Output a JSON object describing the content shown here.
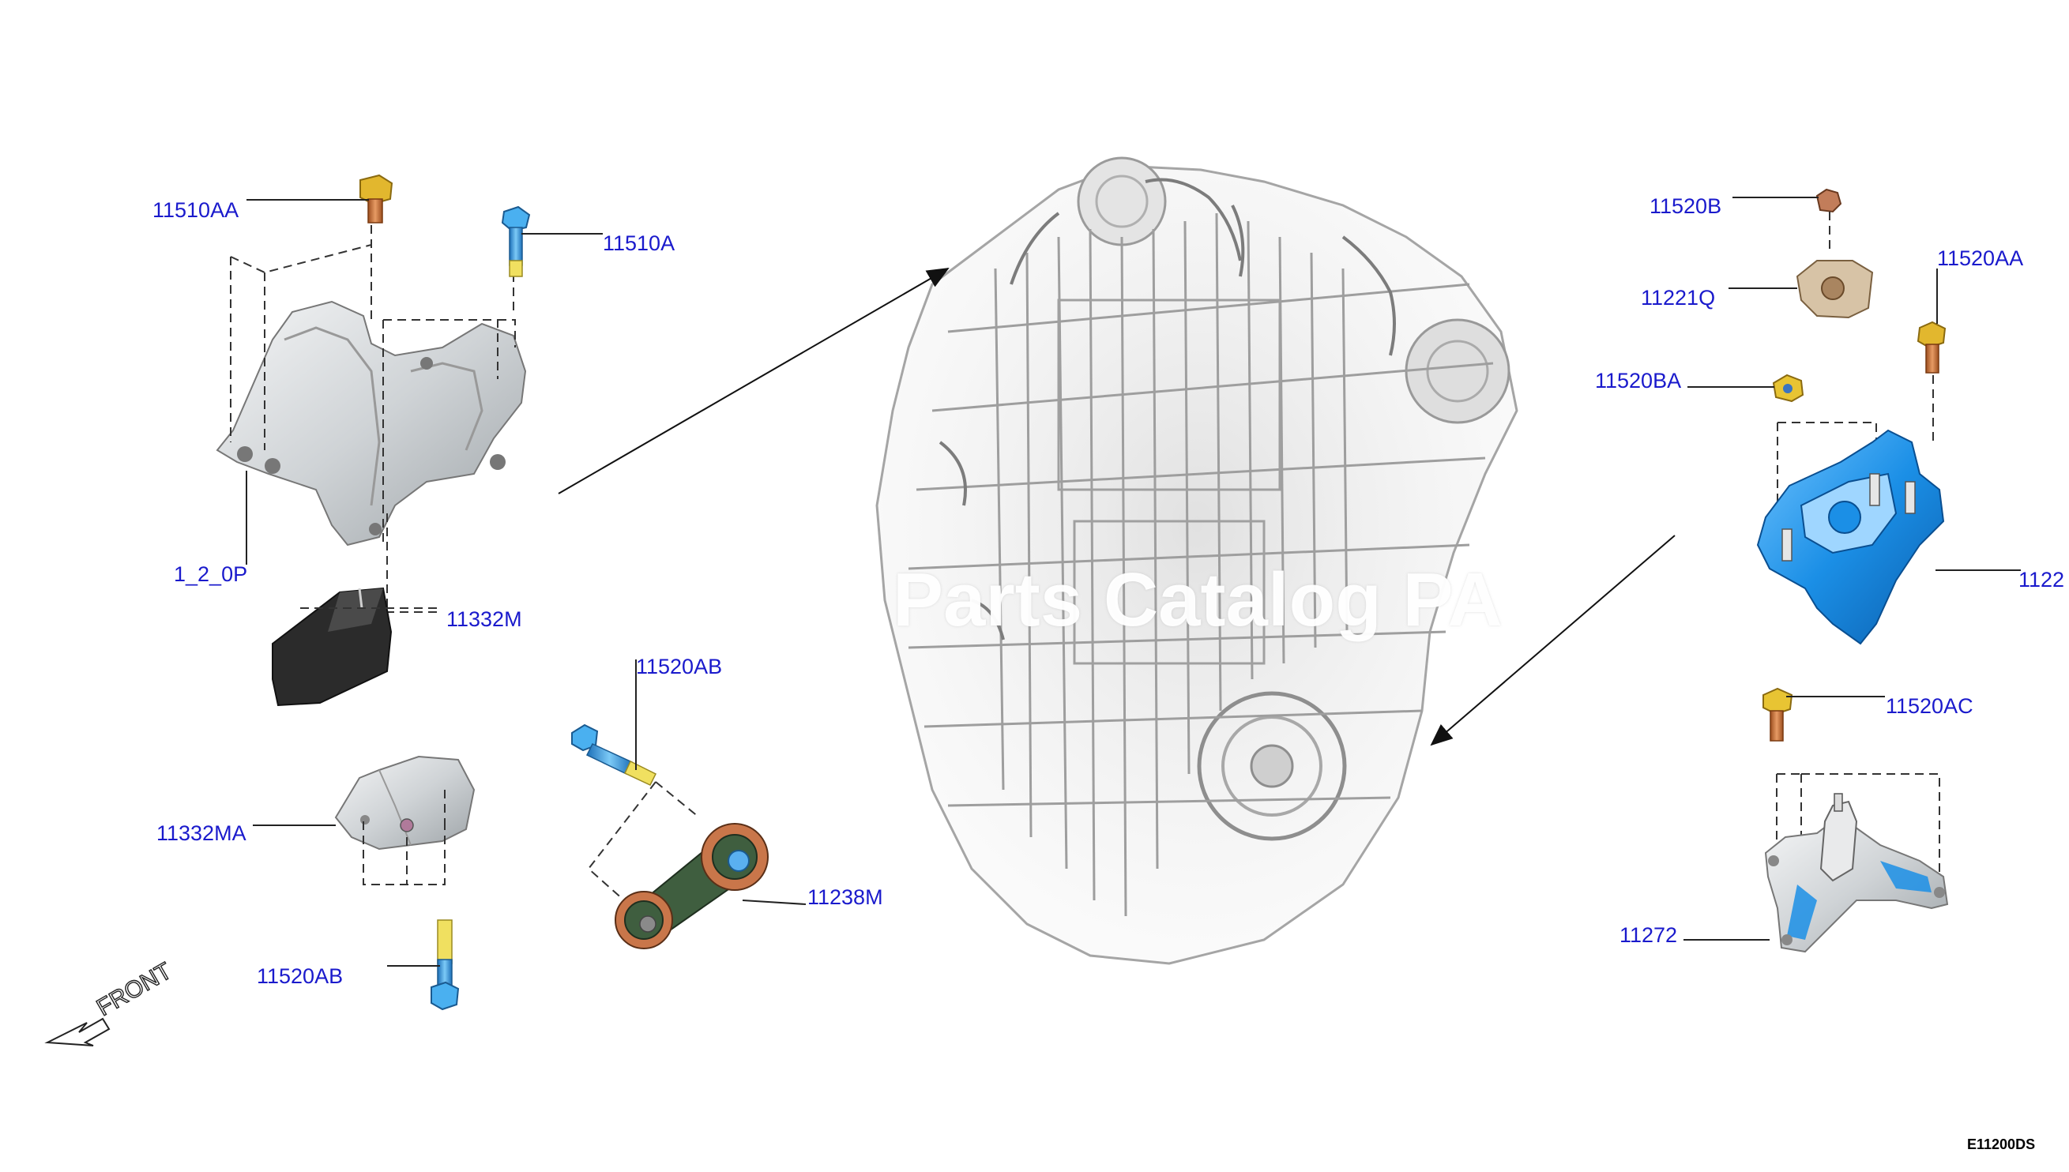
{
  "diagram_code": "E11200DS",
  "front_indicator": "FRONT",
  "watermark": "Parts Catalog PA",
  "callouts": {
    "p11510AA": "11510AA",
    "p11510A": "11510A",
    "p11220P": "1_2_0P",
    "p11332M": "11332M",
    "p11332MA": "11332MA",
    "p11520AB_top": "11520AB",
    "p11520AB_bottom": "11520AB",
    "p11238M": "11238M",
    "p11520B": "11520B",
    "p11221Q": "11221Q",
    "p11520AA": "11520AA",
    "p11520BA": "11520BA",
    "p1122x": "1122",
    "p11520AC": "11520AC",
    "p11272": "11272"
  },
  "colors": {
    "callout_text": "#1a1acc",
    "bolt_blue": "#3da0e8",
    "bolt_yellow": "#f0e060",
    "bolt_orange": "#cc7a3a",
    "mount_blue": "#1b8fe6",
    "insulator_black": "#2b2b2b",
    "rod_green": "#3f5e3f",
    "bushing_orange": "#c9764a",
    "aluminum": "#d9dcdf",
    "engine_gray": "#9a9a9a"
  },
  "icons": {
    "front_arrow": "front-arrow-icon",
    "engine": "engine-block-icon"
  }
}
